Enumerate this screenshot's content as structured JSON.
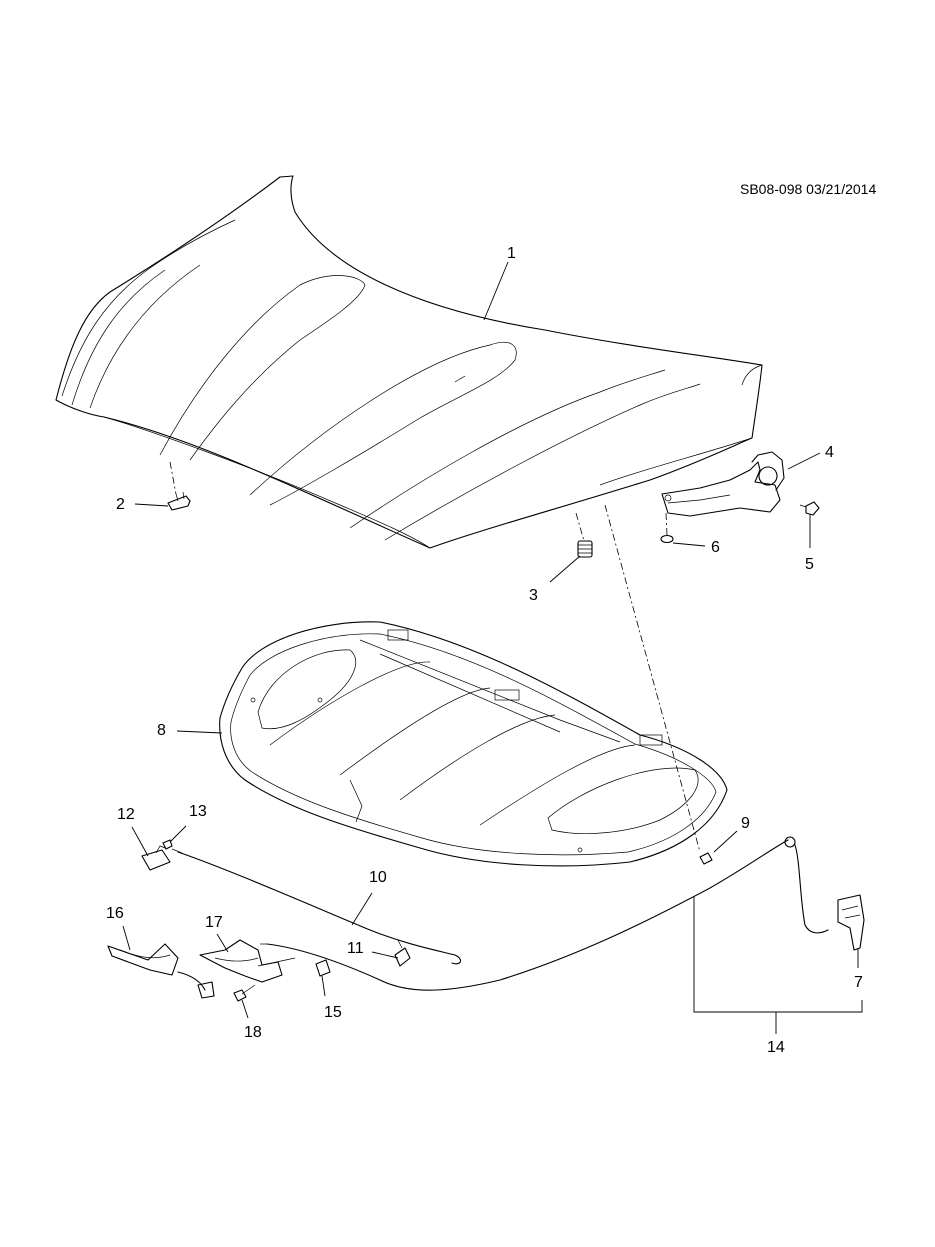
{
  "diagram_ref": "SB08-098 03/21/2014",
  "callouts": [
    {
      "id": "1",
      "label": "1"
    },
    {
      "id": "2",
      "label": "2"
    },
    {
      "id": "3",
      "label": "3"
    },
    {
      "id": "4",
      "label": "4"
    },
    {
      "id": "5",
      "label": "5"
    },
    {
      "id": "6",
      "label": "6"
    },
    {
      "id": "7",
      "label": "7"
    },
    {
      "id": "8",
      "label": "8"
    },
    {
      "id": "9",
      "label": "9"
    },
    {
      "id": "10",
      "label": "10"
    },
    {
      "id": "11",
      "label": "11"
    },
    {
      "id": "12",
      "label": "12"
    },
    {
      "id": "13",
      "label": "13"
    },
    {
      "id": "14",
      "label": "14"
    },
    {
      "id": "15",
      "label": "15"
    },
    {
      "id": "16",
      "label": "16"
    },
    {
      "id": "17",
      "label": "17"
    },
    {
      "id": "18",
      "label": "18"
    }
  ]
}
